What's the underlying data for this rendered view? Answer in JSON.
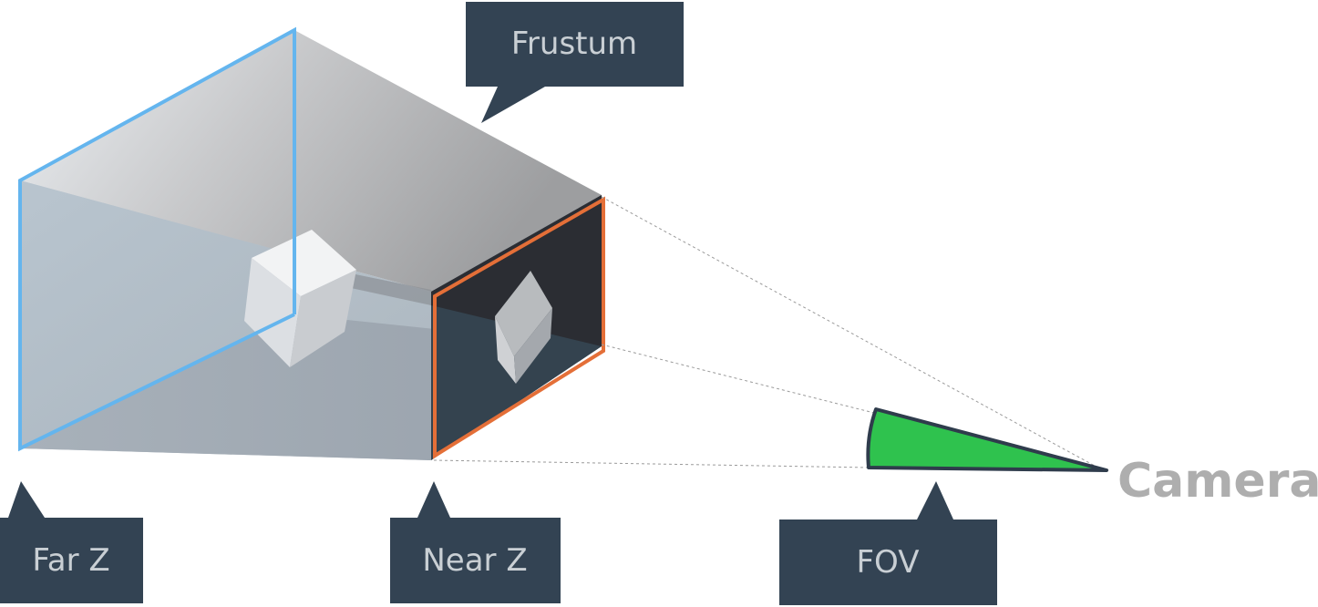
{
  "labels": {
    "frustum": "Frustum",
    "camera": "Camera",
    "far_z": "Far Z",
    "near_z": "Near Z",
    "fov": "FOV"
  },
  "colors": {
    "callout_bg": "#334353",
    "callout_text": "#c9cfd4",
    "far_plane_outline": "#64b5ee",
    "near_plane_outline": "#e46f38",
    "fov_fill": "#2fc24e",
    "camera_text": "#aeaeae"
  },
  "icons": {
    "cube": "cube-icon",
    "fov_wedge": "fov-wedge-icon"
  }
}
